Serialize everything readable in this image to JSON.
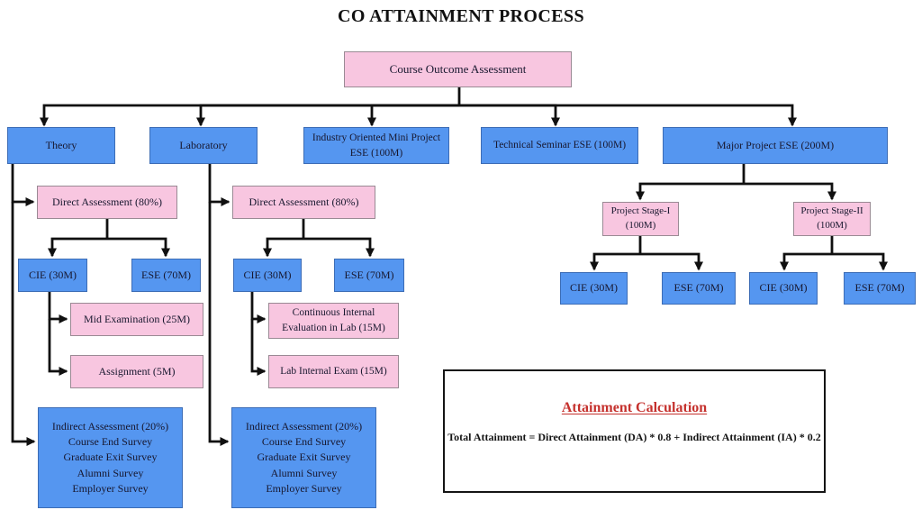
{
  "page": {
    "title": "CO ATTAINMENT PROCESS"
  },
  "root_node": {
    "label": "Course Outcome Assessment"
  },
  "top_row": {
    "theory": "Theory",
    "laboratory": "Laboratory",
    "mini_project_line1": "Industry Oriented Mini Project",
    "mini_project_line2": "ESE (100M)",
    "tech_seminar": "Technical Seminar ESE (100M)",
    "major_project": "Major Project ESE (200M)"
  },
  "theory_branch": {
    "direct_assessment": "Direct Assessment (80%)",
    "cie": "CIE (30M)",
    "ese": "ESE (70M)",
    "mid_examination": "Mid Examination (25M)",
    "assignment": "Assignment (5M)",
    "indirect": [
      "Indirect Assessment (20%)",
      "Course End Survey",
      "Graduate Exit Survey",
      "Alumni Survey",
      "Employer Survey"
    ]
  },
  "lab_branch": {
    "direct_assessment": "Direct Assessment (80%)",
    "cie": "CIE (30M)",
    "ese": "ESE (70M)",
    "continuous_internal_line1": "Continuous Internal",
    "continuous_internal_line2": "Evaluation in Lab (15M)",
    "lab_internal_exam": "Lab Internal Exam (15M)",
    "indirect": [
      "Indirect Assessment (20%)",
      "Course End Survey",
      "Graduate Exit Survey",
      "Alumni Survey",
      "Employer Survey"
    ]
  },
  "major_branch": {
    "stage1_line1": "Project Stage-I",
    "stage1_line2": "(100M)",
    "stage2_line1": "Project Stage-II",
    "stage2_line2": "(100M)",
    "stage1_cie": "CIE (30M)",
    "stage1_ese": "ESE (70M)",
    "stage2_cie": "CIE (30M)",
    "stage2_ese": "ESE (70M)"
  },
  "attainment_box": {
    "title": "Attainment Calculation",
    "formula": "Total Attainment = Direct Attainment (DA) * 0.8 + Indirect Attainment (IA) * 0.2"
  },
  "colors": {
    "blue_fill": "#5596f0",
    "blue_border": "#3c6cb5",
    "pink_fill": "#f8c6e0",
    "pink_border": "#9a8a94",
    "accent_red": "#c5312d",
    "connector_black": "#101010"
  }
}
